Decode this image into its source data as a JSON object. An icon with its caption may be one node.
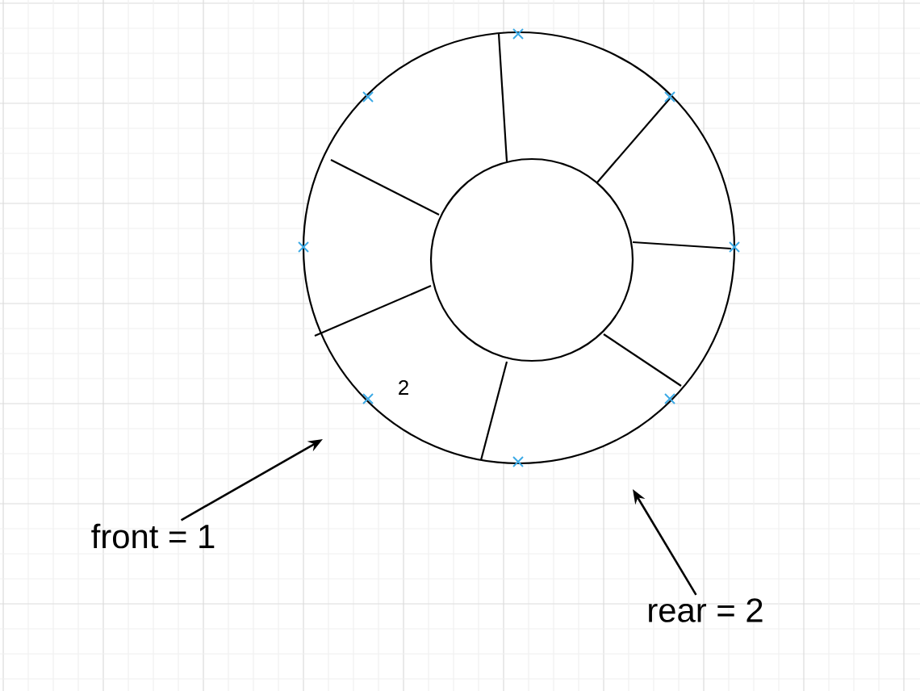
{
  "diagram": {
    "nodes": [
      {
        "text": [
          "front = 1"
        ]
      },
      {
        "text": [
          "rear = 2"
        ]
      }
    ],
    "edges": [
      {
        "from": 0,
        "to": null,
        "arrow": "to"
      },
      {
        "from": 1,
        "to": null,
        "arrow": "to"
      }
    ],
    "labels": [
      "2"
    ]
  }
}
